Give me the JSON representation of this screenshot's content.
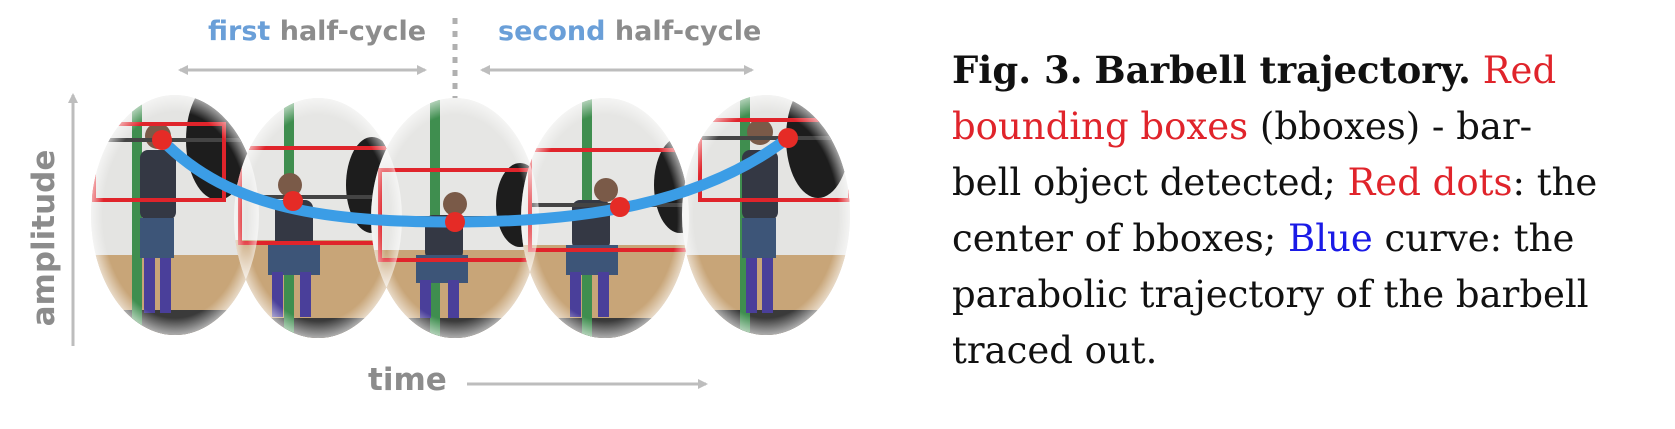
{
  "figure": {
    "first_word": "first",
    "first_rest": "half-cycle",
    "second_word": "second",
    "second_rest": "half-cycle",
    "x_axis_label": "time",
    "y_axis_label": "amplitude",
    "frame_count": 5,
    "colors": {
      "label_gray": "#8c8c8c",
      "label_blue": "#6a9fd8",
      "trajectory": "#3b9de6",
      "marker": "#e52b26",
      "bbox": "#e0242b"
    }
  },
  "caption": {
    "fig_number": "Fig. 3.",
    "fig_title": "Barbell trajectory.",
    "red_term_1": "Red",
    "red_term_1b": "bounding boxes",
    "text_1": "(bboxes) - bar-",
    "text_2": "bell object detected;",
    "red_term_2": "Red dots",
    "text_3": ": the",
    "text_4": "center of bboxes;",
    "blue_term": "Blue",
    "text_5": "curve: the",
    "text_6": "parabolic trajectory of the barbell",
    "text_7": "traced out."
  }
}
